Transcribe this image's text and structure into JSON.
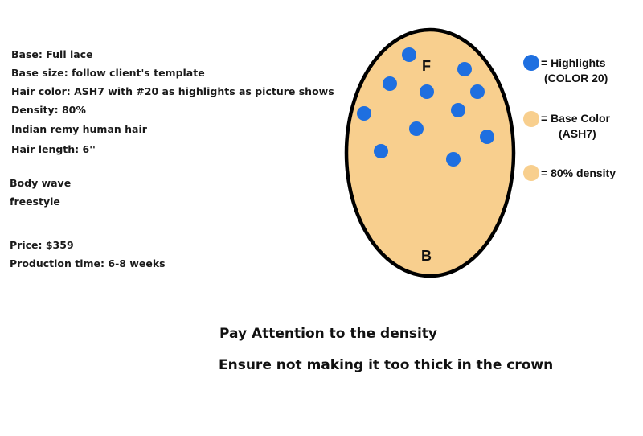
{
  "specs": [
    "Base: Full lace",
    "Base size: follow client's template",
    "Hair color: ASH7 with #20 as highlights as picture shows",
    "Density: 80%",
    "Indian remy human hair",
    "Hair length: 6''",
    "Body wave",
    "freestyle",
    "Price: $359",
    "Production time: 6-8 weeks"
  ],
  "diagram": {
    "front_label": "F",
    "back_label": "B",
    "base_color": "#f8cf8e",
    "highlight_color": "#1e6fe0",
    "outline_color": "#000000"
  },
  "legend": {
    "highlights_line1": "= Highlights",
    "highlights_line2": "(COLOR 20)",
    "base_line1": "= Base Color",
    "base_line2": "(ASH7)",
    "density": "= 80% density"
  },
  "notice": {
    "line1": "Pay Attention to the density",
    "line2": "Ensure not making it too thick in the crown"
  }
}
